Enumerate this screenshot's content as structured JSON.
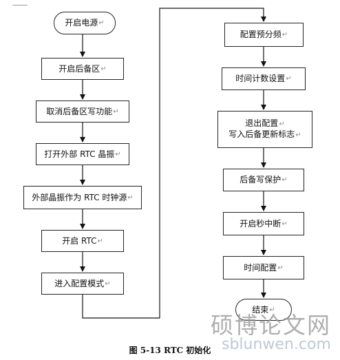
{
  "left_column": [
    {
      "id": "power_on",
      "text": "开启电源"
    },
    {
      "id": "enable_backup",
      "text": "开启后备区"
    },
    {
      "id": "cancel_backup_write",
      "text": "取消后备区写功能"
    },
    {
      "id": "open_rtc_osc",
      "text": "打开外部 RTC 晶振"
    },
    {
      "id": "ext_osc_as_clock",
      "text": "外部晶振作为 RTC 时钟源"
    },
    {
      "id": "enable_rtc",
      "text": "开启 RTC"
    },
    {
      "id": "enter_config",
      "text": "进入配置模式"
    }
  ],
  "right_column": [
    {
      "id": "config_prescaler",
      "text": "配置预分频"
    },
    {
      "id": "time_counter_setting",
      "text": "时间计数设置"
    },
    {
      "id": "exit_config",
      "lines": [
        "退出配置",
        "写入后备更新标志"
      ]
    },
    {
      "id": "backup_write_protect",
      "text": "后备写保护"
    },
    {
      "id": "enable_second_interrupt",
      "text": "开启秒中断"
    },
    {
      "id": "time_config",
      "text": "时间配置"
    },
    {
      "id": "end",
      "text": "结束"
    }
  ],
  "return_mark": "↵",
  "caption": "图 5-13 RTC 初始化",
  "watermark": {
    "chinese": "硕博论文网",
    "url": "sblunwen.com"
  }
}
